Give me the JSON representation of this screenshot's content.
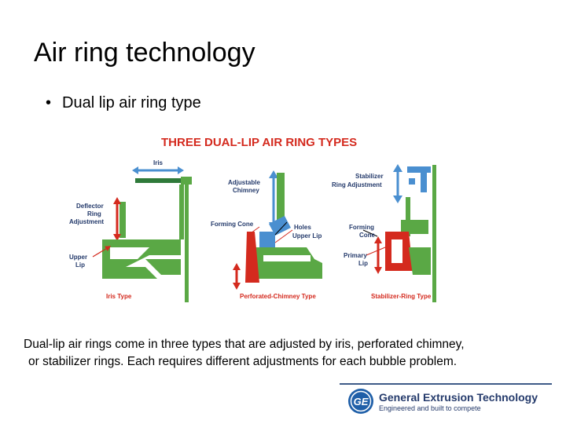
{
  "slide": {
    "title": "Air ring technology",
    "bullet": "Dual lip air ring type"
  },
  "diagram": {
    "title": "THREE DUAL-LIP AIR RING TYPES",
    "iris_type": {
      "name": "Iris Type",
      "labels": [
        "Iris",
        "Deflector",
        "Ring",
        "Adjustment",
        "Upper",
        "Lip"
      ]
    },
    "perforated_chimney_type": {
      "name": "Perforated-Chimney Type",
      "labels": [
        "Adjustable",
        "Chimney",
        "Forming Cone",
        "Holes",
        "Upper Lip"
      ]
    },
    "stabilizer_ring_type": {
      "name": "Stabilizer-Ring Type",
      "labels": [
        "Stabilizer",
        "Ring Adjustment",
        "Forming",
        "Cone",
        "Primary",
        "Lip"
      ]
    }
  },
  "caption": {
    "line1": "Dual-lip air rings come in three types that are adjusted by iris, perforated chimney,",
    "line2": "or stabilizer rings. Each requires different adjustments for each bubble problem."
  },
  "logo": {
    "name": "General Extrusion Technology",
    "tagline": "Engineered and built to compete",
    "mark_letters": "GE"
  },
  "colors": {
    "green": "#5aa845",
    "blue": "#4a8fd0",
    "red": "#d42a1e",
    "navy": "#243a6b"
  }
}
